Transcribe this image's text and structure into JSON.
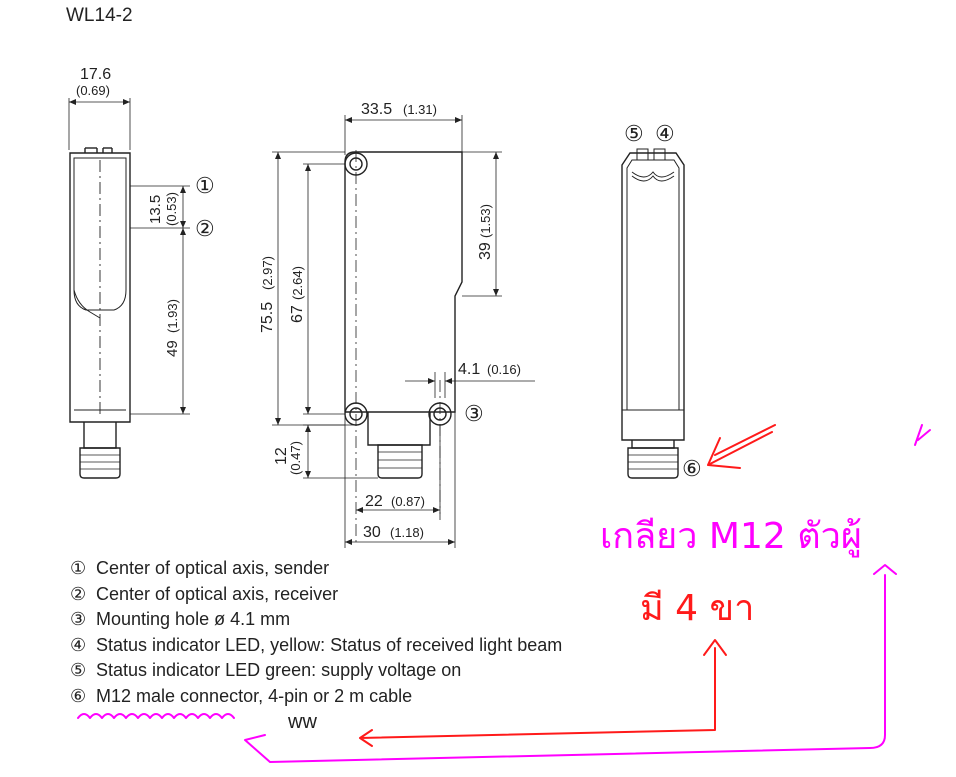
{
  "title": "WL14-2",
  "dimensions": {
    "width_side": "17.6",
    "width_side_in": "(0.69)",
    "axis_offset": "13.5",
    "axis_offset_in": "(0.53)",
    "axis_to_hole": "49",
    "axis_to_hole_in": "(1.93)",
    "width_front": "33.5",
    "width_front_in": "(1.31)",
    "total_height": "75.5",
    "total_height_in": "(2.97)",
    "hole_spacing_v": "67",
    "hole_spacing_v_in": "(2.64)",
    "upper_part": "39",
    "upper_part_in": "(1.53)",
    "hole_diameter": "4.1",
    "hole_diameter_in": "(0.16)",
    "connector_height": "12",
    "connector_height_in": "(0.47)",
    "hole_spacing_h": "22",
    "hole_spacing_h_in": "(0.87)",
    "base_width": "30",
    "base_width_in": "(1.18)"
  },
  "markers": [
    "①",
    "②",
    "③",
    "④",
    "⑤",
    "⑥"
  ],
  "legend": [
    {
      "num": "①",
      "text": "Center of optical axis, sender"
    },
    {
      "num": "②",
      "text": "Center of optical axis, receiver"
    },
    {
      "num": "③",
      "text": "Mounting hole ø 4.1 mm"
    },
    {
      "num": "④",
      "text": "Status indicator LED, yellow: Status of received light beam"
    },
    {
      "num": "⑤",
      "text": "Status indicator LED green: supply voltage on"
    },
    {
      "num": "⑥",
      "text": "M12 male connector, 4-pin or 2 m cable"
    }
  ],
  "annotations": {
    "thai_line1": "เกลียว M12 ตัวผู้",
    "thai_line2": "มี 4 ขา",
    "scribble": "ww",
    "color_magenta": "#ff00ff",
    "color_red": "#ff1a1a"
  }
}
